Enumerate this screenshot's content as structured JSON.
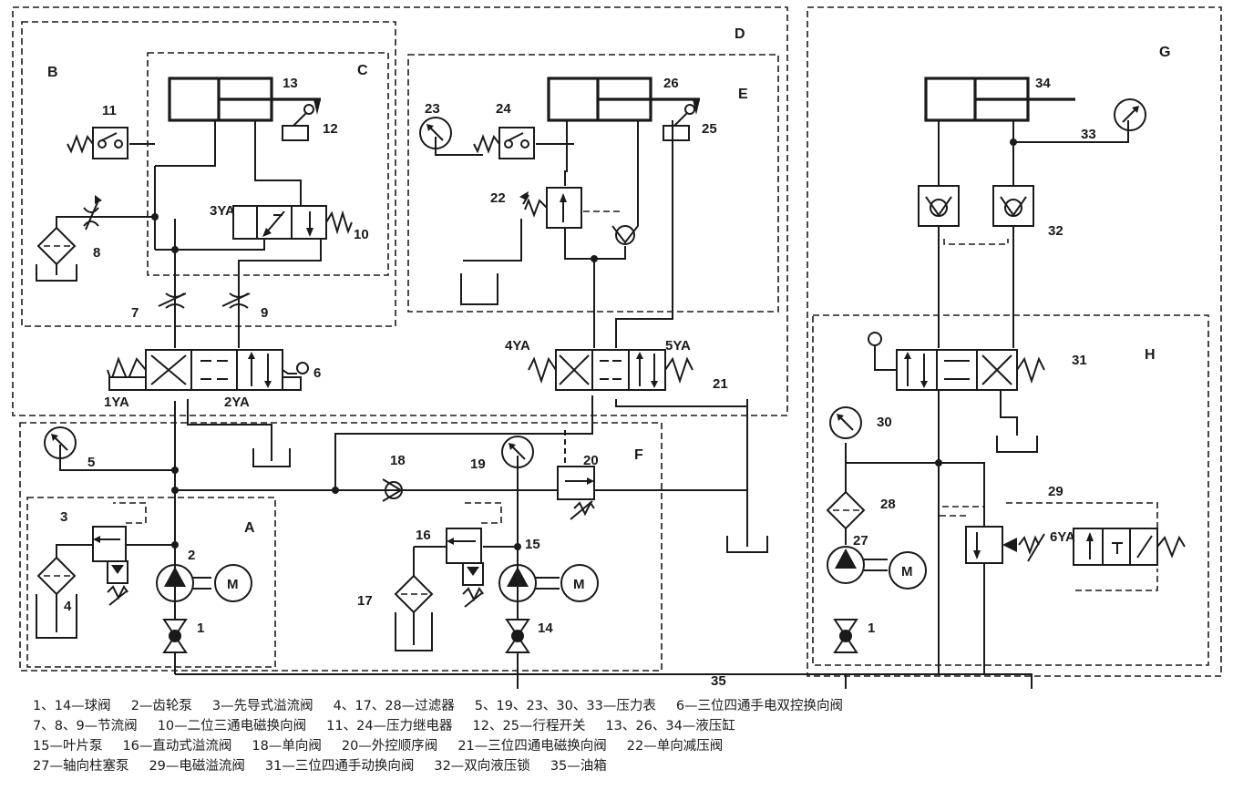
{
  "regions": [
    {
      "id": "B",
      "label": "B"
    },
    {
      "id": "C",
      "label": "C"
    },
    {
      "id": "D",
      "label": "D"
    },
    {
      "id": "E",
      "label": "E"
    },
    {
      "id": "G",
      "label": "G"
    },
    {
      "id": "A",
      "label": "A"
    },
    {
      "id": "F",
      "label": "F"
    },
    {
      "id": "H",
      "label": "H"
    }
  ],
  "numbers": [
    "1",
    "1",
    "2",
    "3",
    "4",
    "5",
    "6",
    "7",
    "8",
    "9",
    "10",
    "11",
    "12",
    "13",
    "14",
    "15",
    "16",
    "17",
    "18",
    "19",
    "20",
    "21",
    "22",
    "23",
    "24",
    "25",
    "26",
    "27",
    "28",
    "29",
    "30",
    "31",
    "32",
    "33",
    "34",
    "35"
  ],
  "signals": [
    "1YA",
    "2YA",
    "3YA",
    "4YA",
    "5YA",
    "6YA"
  ],
  "motor_label": "M",
  "legend": [
    [
      "1、14—球阀",
      "2—齿轮泵",
      "3—先导式溢流阀",
      "4、17、28—过滤器",
      "5、19、23、30、33—压力表",
      "6—三位四通手电双控换向阀"
    ],
    [
      "7、8、9—节流阀",
      "10—二位三通电磁换向阀",
      "11、24—压力继电器",
      "12、25—行程开关",
      "13、26、34—液压缸"
    ],
    [
      "15—叶片泵",
      "16—直动式溢流阀",
      "18—单向阀",
      "20—外控顺序阀",
      "21—三位四通电磁换向阀",
      "22—单向减压阀"
    ],
    [
      "27—轴向柱塞泵",
      "29—电磁溢流阀",
      "31—三位四通手动换向阀",
      "32—双向液压锁",
      "35—油箱"
    ]
  ]
}
